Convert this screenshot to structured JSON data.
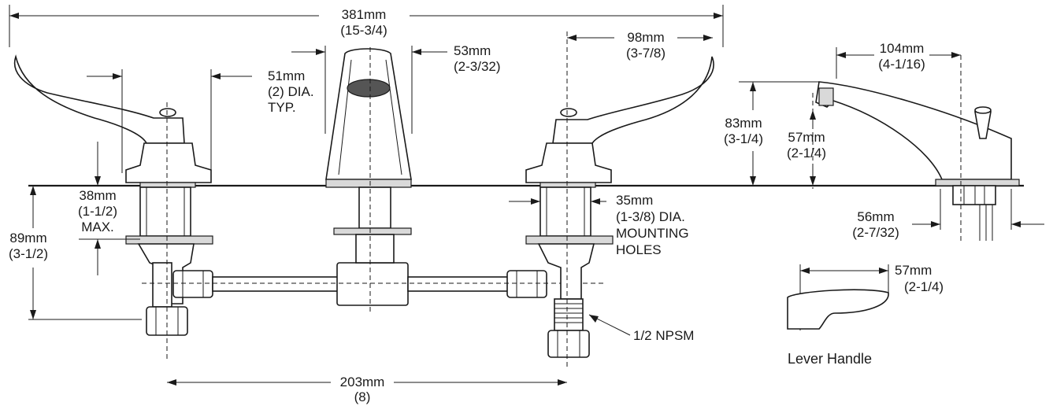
{
  "dimensions": {
    "overall_width": {
      "mm": "381mm",
      "in": "(15-3/4)"
    },
    "handle_dia": {
      "mm": "51mm",
      "line2": "(2) DIA.",
      "line3": "TYP."
    },
    "spout_base_width": {
      "mm": "53mm",
      "in": "(2-3/32)"
    },
    "handle_reach": {
      "mm": "98mm",
      "in": "(3-7/8)"
    },
    "spout_reach": {
      "mm": "104mm",
      "in": "(4-1/16)"
    },
    "spout_height": {
      "mm": "83mm",
      "in": "(3-1/4)"
    },
    "outlet_height": {
      "mm": "57mm",
      "in": "(2-1/4)"
    },
    "max_deck": {
      "mm": "38mm",
      "in": "(1-1/2)",
      "note": "MAX."
    },
    "overall_below_deck": {
      "mm": "89mm",
      "in": "(3-1/2)"
    },
    "mounting_holes": {
      "mm": "35mm",
      "line2": "(1-3/8) DIA.",
      "line3": "MOUNTING",
      "line4": "HOLES"
    },
    "inlet_thread": {
      "label": "1/2 NPSM"
    },
    "side_offset": {
      "mm": "56mm",
      "in": "(2-7/32)"
    },
    "center_to_center": {
      "mm": "203mm",
      "in": "(8)"
    },
    "lever_length": {
      "mm": "57mm",
      "in": "(2-1/4)"
    }
  },
  "captions": {
    "lever_handle": "Lever Handle"
  },
  "colors": {
    "line": "#1a1a1a",
    "shade": "#d9d9d9",
    "background": "#ffffff"
  }
}
